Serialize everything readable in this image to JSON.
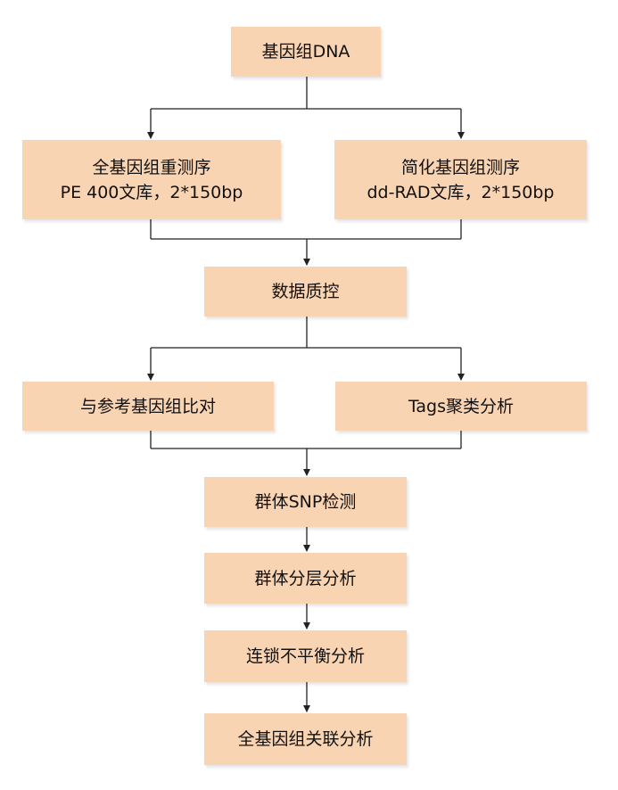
{
  "colors": {
    "box_fill": "#f9d4b3",
    "line": "#222222",
    "text": "#111111"
  },
  "nodes": {
    "dna": "基因组DNA",
    "wgs": {
      "line1": "全基因组重测序",
      "line2": "PE 400文库，2*150bp"
    },
    "rad": {
      "line1": "简化基因组测序",
      "line2": "dd-RAD文库，2*150bp"
    },
    "qc": "数据质控",
    "align": "与参考基因组比对",
    "tags": "Tags聚类分析",
    "snp": "群体SNP检测",
    "structure": "群体分层分析",
    "ld": "连锁不平衡分析",
    "gwas": "全基因组关联分析"
  }
}
